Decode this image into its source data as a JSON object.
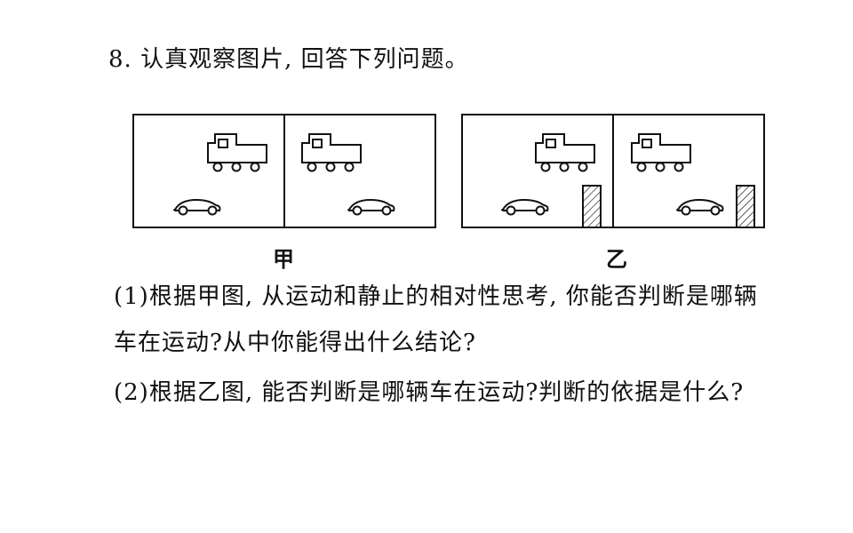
{
  "question": {
    "title": "8. 认真观察图片, 回答下列问题。",
    "q1_line1": "(1)根据甲图, 从运动和静止的相对性思考, 你能否判断是哪辆",
    "q1_line2": "车在运动?从中你能得出什么结论?",
    "q2": "(2)根据乙图, 能否判断是哪辆车在运动?判断的依据是什么?"
  },
  "figure": {
    "label_a": "甲",
    "label_b": "乙"
  }
}
